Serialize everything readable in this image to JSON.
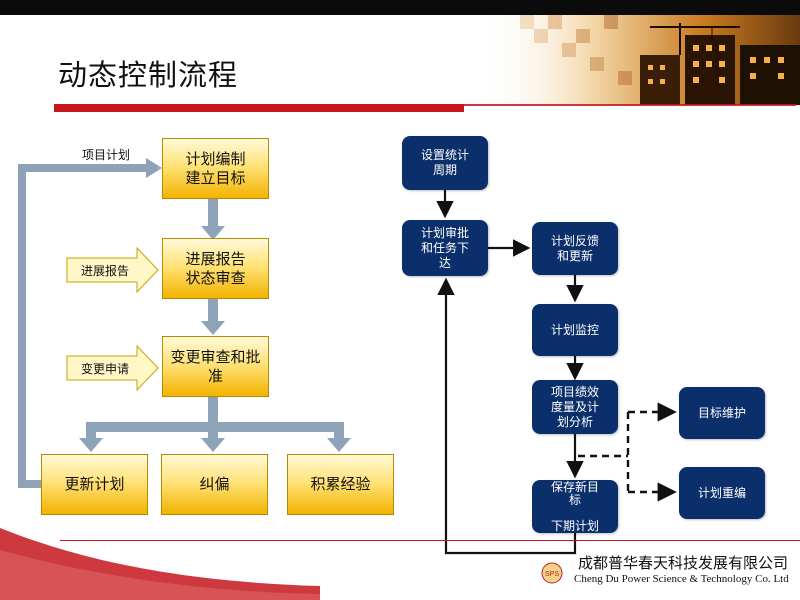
{
  "title": "动态控制流程",
  "left_flow": {
    "label_project_plan": "项目计划",
    "box_plan": "计划编制\n建立目标",
    "box_progress": "进展报告\n状态审查",
    "box_change": "变更审查和批\n准",
    "box_update": "更新计划",
    "box_correct": "纠偏",
    "box_accumulate": "积累经验",
    "input_progress": "进展报告",
    "input_change": "变更申请"
  },
  "right_flow": {
    "box_period": "设置统计\n周期",
    "box_approve": "计划审批\n和任务下\n达",
    "box_feedback": "计划反馈\n和更新",
    "box_monitor": "计划监控",
    "box_analysis": "项目绩效\n度量及计\n划分析",
    "box_save": "保存新目\n标\n\n下期计划",
    "box_target": "目标维护",
    "box_replan": "计划重编"
  },
  "footer": {
    "company_cn": "成都普华春天科技发展有限公司",
    "company_en": "Cheng Du Power Science & Technology Co. Ltd",
    "logo_text": "SPS"
  },
  "colors": {
    "accent_red": "#c4161c",
    "box_blue": "#0b2f6b",
    "arrow_gray": "#8fa3b8",
    "box_yellow": "#ffe37a"
  }
}
